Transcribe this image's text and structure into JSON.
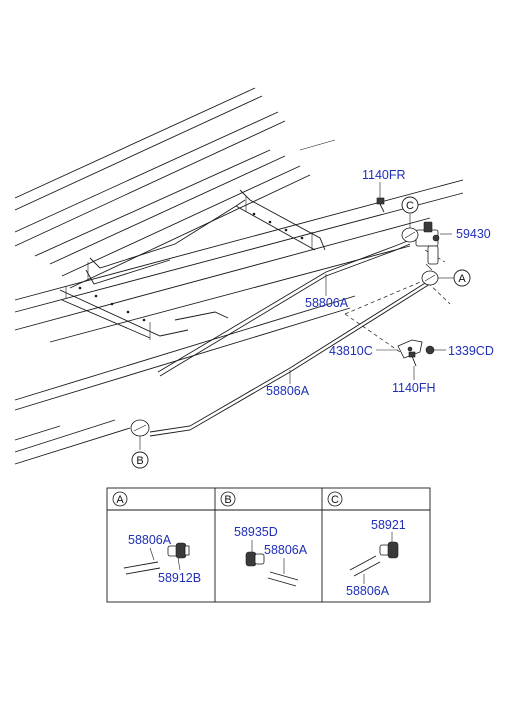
{
  "callouts": {
    "a": "A",
    "b": "B",
    "c": "C"
  },
  "labels": {
    "p1140fr": "1140FR",
    "p59430": "59430",
    "p58806a_upper": "58806A",
    "p43810c": "43810C",
    "p1339cd": "1339CD",
    "p1140fh": "1140FH",
    "p58806a_lower": "58806A"
  },
  "detail_table": {
    "panel_a": {
      "header": "A",
      "line_label": "58806A",
      "fitting_label": "58912B"
    },
    "panel_b": {
      "header": "B",
      "fitting_label": "58935D",
      "line_label": "58806A"
    },
    "panel_c": {
      "header": "C",
      "fitting_label": "58921",
      "line_label": "58806A"
    }
  }
}
